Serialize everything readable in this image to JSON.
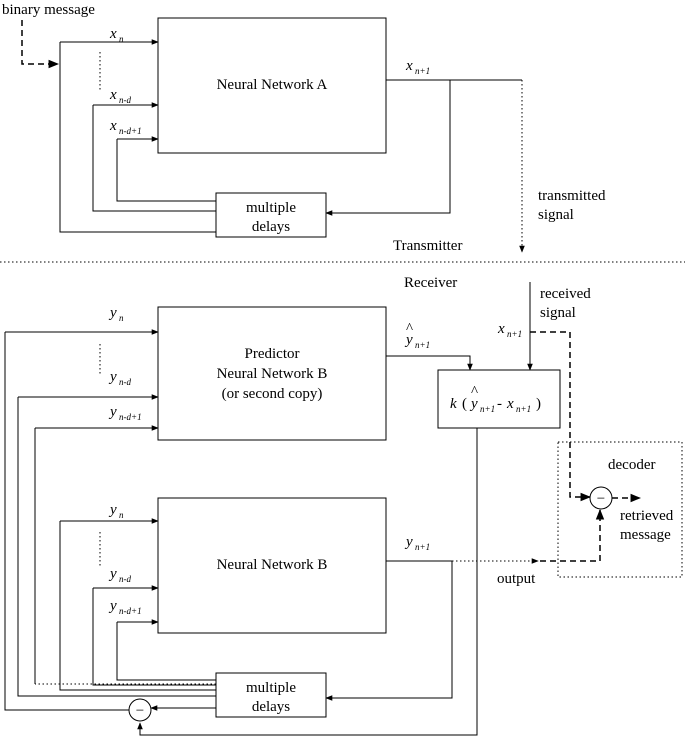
{
  "transmitter_label": "Transmitter",
  "receiver_label": "Receiver",
  "binary_message": "binary message",
  "network_a": "Neural Network A",
  "predictor_lines": [
    "Predictor",
    "Neural Network B",
    "(or second copy)"
  ],
  "network_b": "Neural Network B",
  "delays_lines": [
    "multiple",
    "delays"
  ],
  "transmitted_signal": [
    "transmitted",
    "signal"
  ],
  "received_signal": [
    "received",
    "signal"
  ],
  "decoder": "decoder",
  "retrieved_message": [
    "retrieved",
    "message"
  ],
  "output": "output",
  "minus_sign": "−",
  "k_formula": {
    "k": "k",
    "open": "(",
    "y": "y",
    "hat": "^",
    "sub1": "n+1",
    "minus": "-",
    "x": "x",
    "sub2": "n+1",
    "close": ")"
  },
  "vars": {
    "x": "x",
    "y": "y",
    "sub_n": "n",
    "sub_nd": "n-d",
    "sub_nd1": "n-d+1",
    "sub_n1": "n+1",
    "hat": "^"
  }
}
